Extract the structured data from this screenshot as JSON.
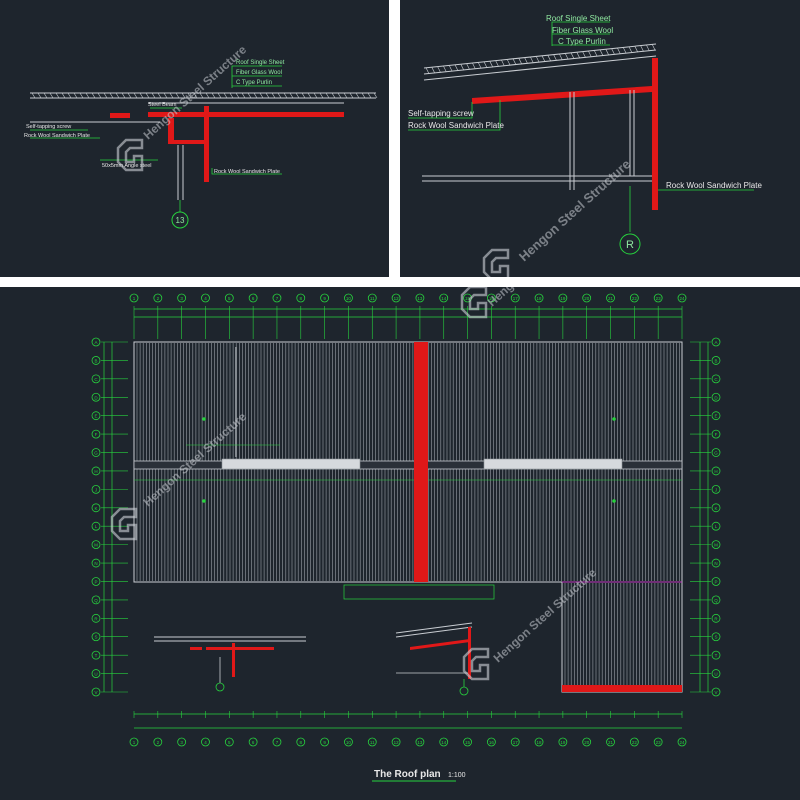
{
  "detail_left": {
    "labels": {
      "roof_single_sheet": "Roof Single Sheet",
      "fiber_glass_wool": "Fiber Glass Wool",
      "c_type_purlin": "C Type Purlin",
      "steel_beam": "Steel Beam",
      "self_tapping_screw": "Self-tapping screw",
      "rock_wool_plate": "Rock Wool Sandwich Plate",
      "angle_steel": "50x5mm Angle steel",
      "rock_wool_plate_lower": "Rock Wool Sandwich Plate"
    },
    "marker": "13"
  },
  "detail_right": {
    "labels": {
      "roof_single_sheet": "Roof Single Sheet",
      "fiber_glass_wool": "Fiber Glass Wool",
      "c_type_purlin": "C Type Purlin",
      "self_tapping_screw": "Self-tapping screw",
      "rock_wool_plate": "Rock Wool Sandwich Plate",
      "rock_wool_plate_lower": "Rock Wool Sandwich Plate"
    },
    "marker": "R"
  },
  "plan": {
    "title": "The Roof plan",
    "scale": "1:100",
    "top_axis_labels": [
      "1",
      "2",
      "3",
      "4",
      "5",
      "6",
      "7",
      "8",
      "9",
      "10",
      "11",
      "12",
      "13",
      "14",
      "15",
      "16",
      "17",
      "18",
      "19",
      "20",
      "21",
      "22",
      "23",
      "24"
    ],
    "side_axis_labels": [
      "A",
      "B",
      "C",
      "D",
      "E",
      "F",
      "G",
      "H",
      "J",
      "K",
      "L",
      "M",
      "N",
      "P",
      "Q",
      "R",
      "S",
      "T",
      "U",
      "V"
    ]
  },
  "watermark": "Hengon Steel Structure",
  "colors": {
    "background": "#1e252d",
    "cad_red": "#e01818",
    "cad_green": "#27d33e",
    "sheet_grey": "#c9cdd2"
  }
}
